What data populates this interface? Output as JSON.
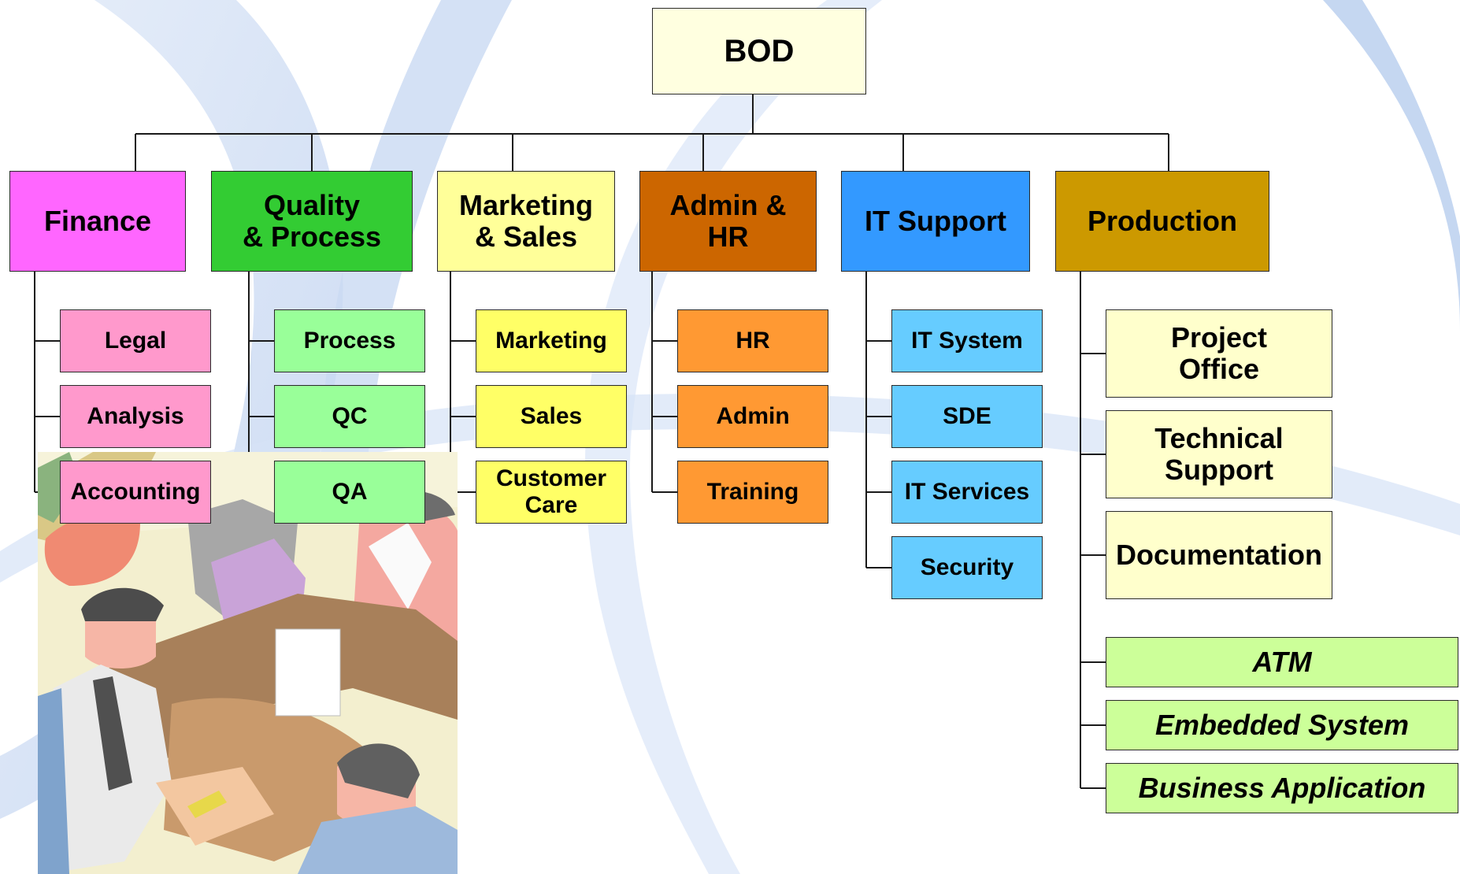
{
  "colors": {
    "root_fill": "#ffffe0",
    "connector": "#1a1a1a",
    "background_swirl": "#7fa8e0"
  },
  "root": {
    "label": "BOD",
    "color": "#ffffe0"
  },
  "departments": [
    {
      "key": "finance",
      "label": "Finance",
      "color": "#ff66ff",
      "sub_color": "#ff99cc",
      "subs": [
        "Legal",
        "Analysis",
        "Accounting"
      ]
    },
    {
      "key": "quality",
      "label": "Quality\n& Process",
      "color": "#33cc33",
      "sub_color": "#99ff99",
      "subs": [
        "Process",
        "QC",
        "QA"
      ]
    },
    {
      "key": "marketing",
      "label": "Marketing\n& Sales",
      "color": "#ffff99",
      "sub_color": "#ffff66",
      "subs": [
        "Marketing",
        "Sales",
        "Customer\nCare"
      ]
    },
    {
      "key": "admin",
      "label": "Admin &\nHR",
      "color": "#cc6600",
      "sub_color": "#ff9933",
      "subs": [
        "HR",
        "Admin",
        "Training"
      ]
    },
    {
      "key": "it",
      "label": "IT Support",
      "color": "#3399ff",
      "sub_color": "#66ccff",
      "subs": [
        "IT System",
        "SDE",
        "IT Services",
        "Security"
      ]
    },
    {
      "key": "production",
      "label": "Production",
      "color": "#cc9900",
      "sub_color": "#ffffcc",
      "subs": [
        "Project\nOffice",
        "Technical\nSupport",
        "Documentation"
      ],
      "project_color": "#ccff99",
      "projects": [
        "ATM",
        "Embedded System",
        "Business Application"
      ]
    }
  ]
}
